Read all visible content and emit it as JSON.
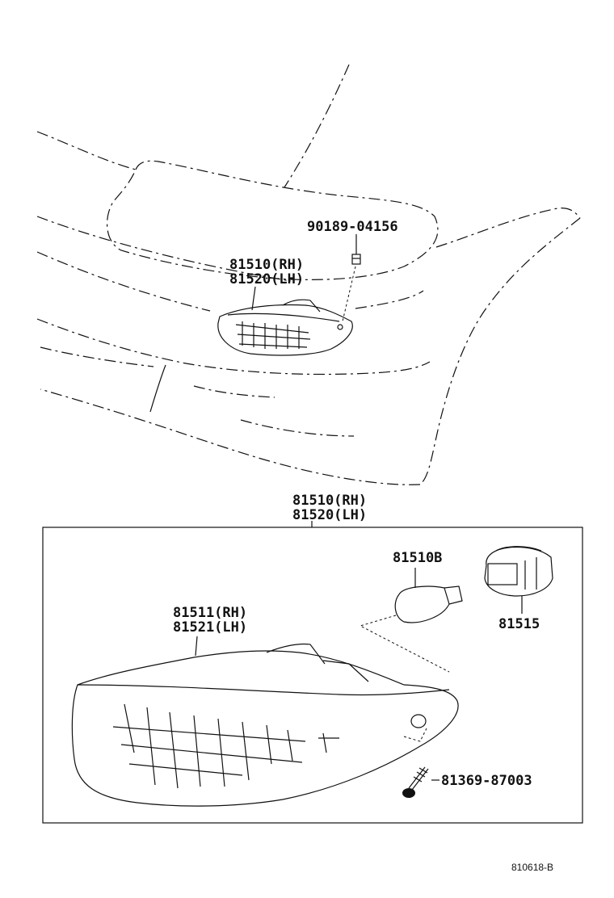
{
  "callouts": {
    "bolt": "90189-04156",
    "top_assy_rh": "81510(RH)",
    "top_assy_lh": "81520(LH)",
    "box_assy_rh": "81510(RH)",
    "box_assy_lh": "81520(LH)",
    "bulb": "81510B",
    "socket": "81515",
    "lens_rh": "81511(RH)",
    "lens_lh": "81521(LH)",
    "screw": "81369-87003"
  },
  "diagram_code": "810618-B"
}
